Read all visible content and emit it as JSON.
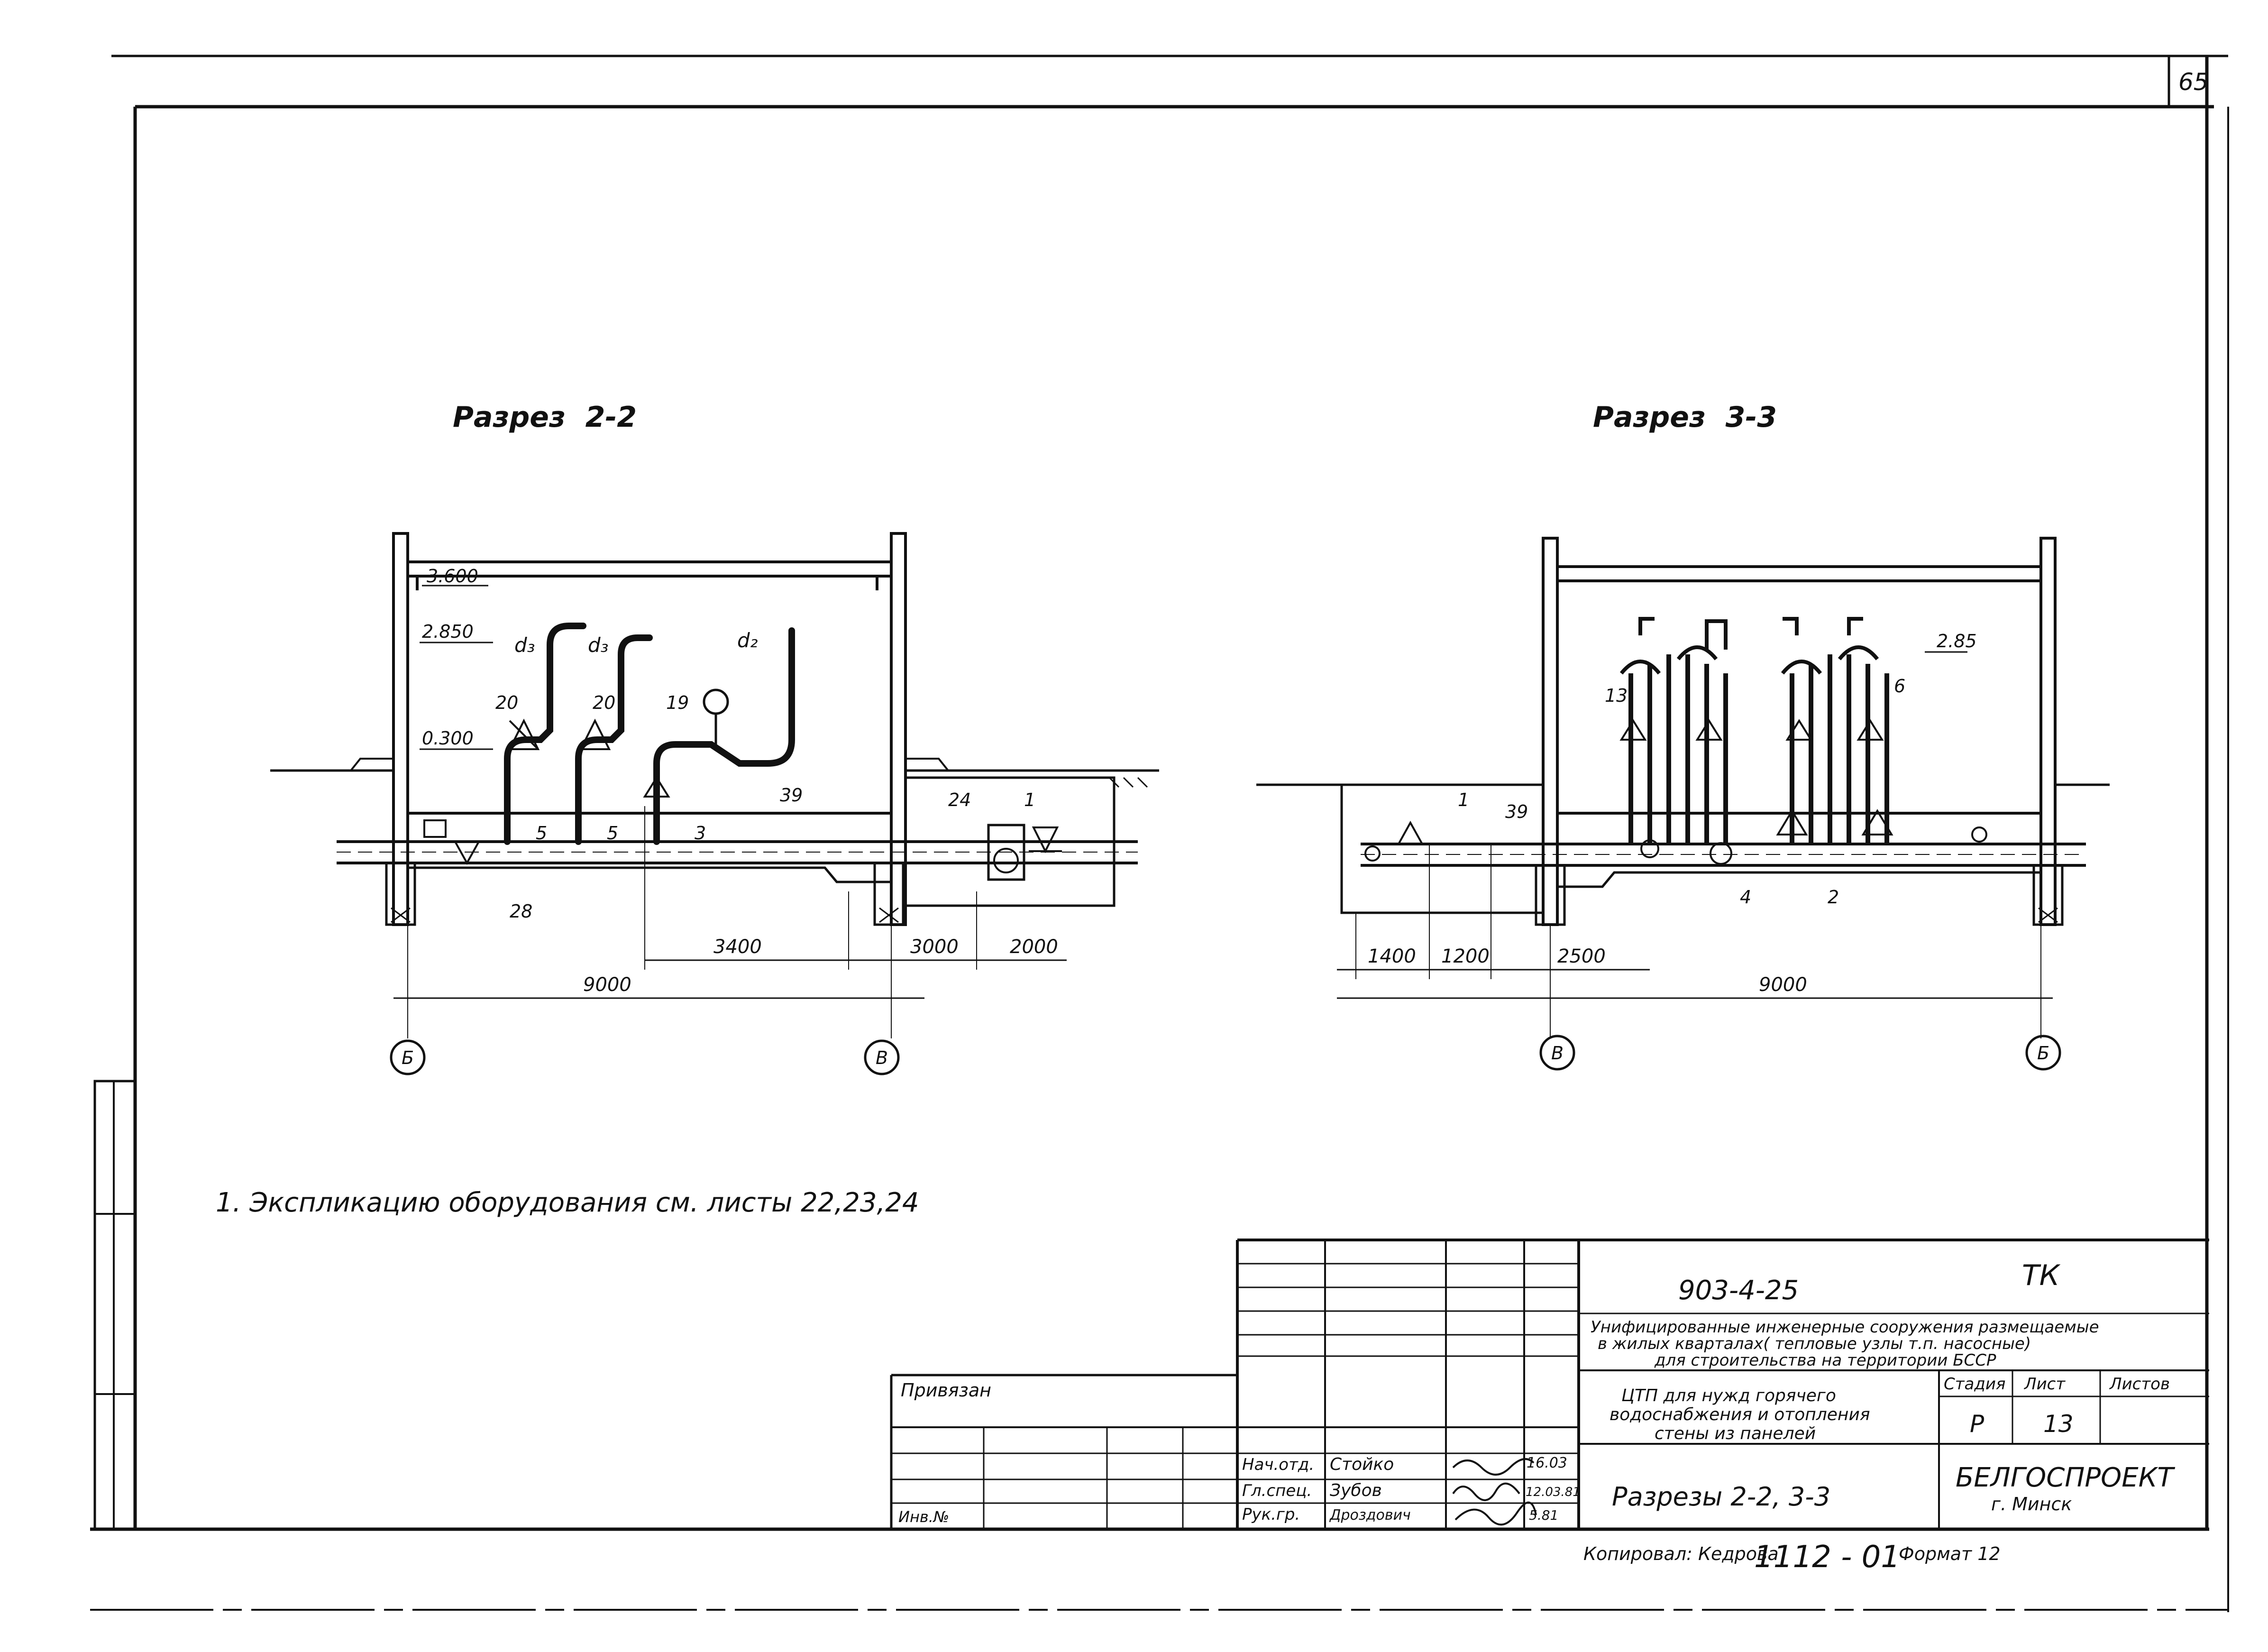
{
  "sheet_number": "65",
  "section_left": {
    "title": "Разрез  2-2",
    "levels": [
      "3.600",
      "2.850",
      "0.300"
    ],
    "labels": {
      "d3a": "d₃",
      "d3b": "d₃",
      "d2": "d₂",
      "p20a": "20",
      "p20b": "20",
      "p19": "19",
      "p39": "39",
      "p24": "24",
      "p1": "1",
      "p5a": "5",
      "p5b": "5",
      "p3": "3",
      "p28": "28"
    },
    "dims": [
      "3400",
      "3000",
      "2000",
      "9000"
    ],
    "axes": [
      "Б",
      "В"
    ]
  },
  "section_right": {
    "title": "Разрез  3-3",
    "levels": [
      "2.85"
    ],
    "labels": {
      "p13": "13",
      "p6": "6",
      "p1": "1",
      "p39": "39",
      "p4": "4",
      "p2": "2"
    },
    "dims": [
      "1400",
      "1200",
      "2500",
      "9000"
    ],
    "axes": [
      "В",
      "Б"
    ]
  },
  "note": "1. Экспликацию оборудования см. листы 22,23,24",
  "title_block": {
    "project_code": "903-4-25",
    "mark": "ТК",
    "description": [
      "Унифицированные инженерные сооружения размещаемые",
      "в жилых кварталах( тепловые узлы т.п. насосные)",
      "для строительства на территории БССР"
    ],
    "object_name": [
      "ЦТП для нужд горячего",
      "водоснабжения и отопления",
      "стены из панелей"
    ],
    "stage_header": "Стадия",
    "sheet_header": "Лист",
    "sheets_header": "Листов",
    "stage": "Р",
    "sheet": "13",
    "sheet_title": "Разрезы 2-2, 3-3",
    "org_name": "БЕЛГОСПРОЕКТ",
    "org_city": "г. Минск",
    "privyazan": "Привязан",
    "inv": "Инв.№",
    "roles": [
      "Нач.отд.",
      "Гл.спец.",
      "Рук.гр."
    ],
    "names": [
      "Стойко",
      "Зубов",
      "Дроздович"
    ],
    "dates": [
      "16.03",
      "12.03.81",
      "5.81"
    ],
    "copied": "Копировал: Кедрова",
    "doc_number": "1112 - 01",
    "format": "Формат 12"
  }
}
